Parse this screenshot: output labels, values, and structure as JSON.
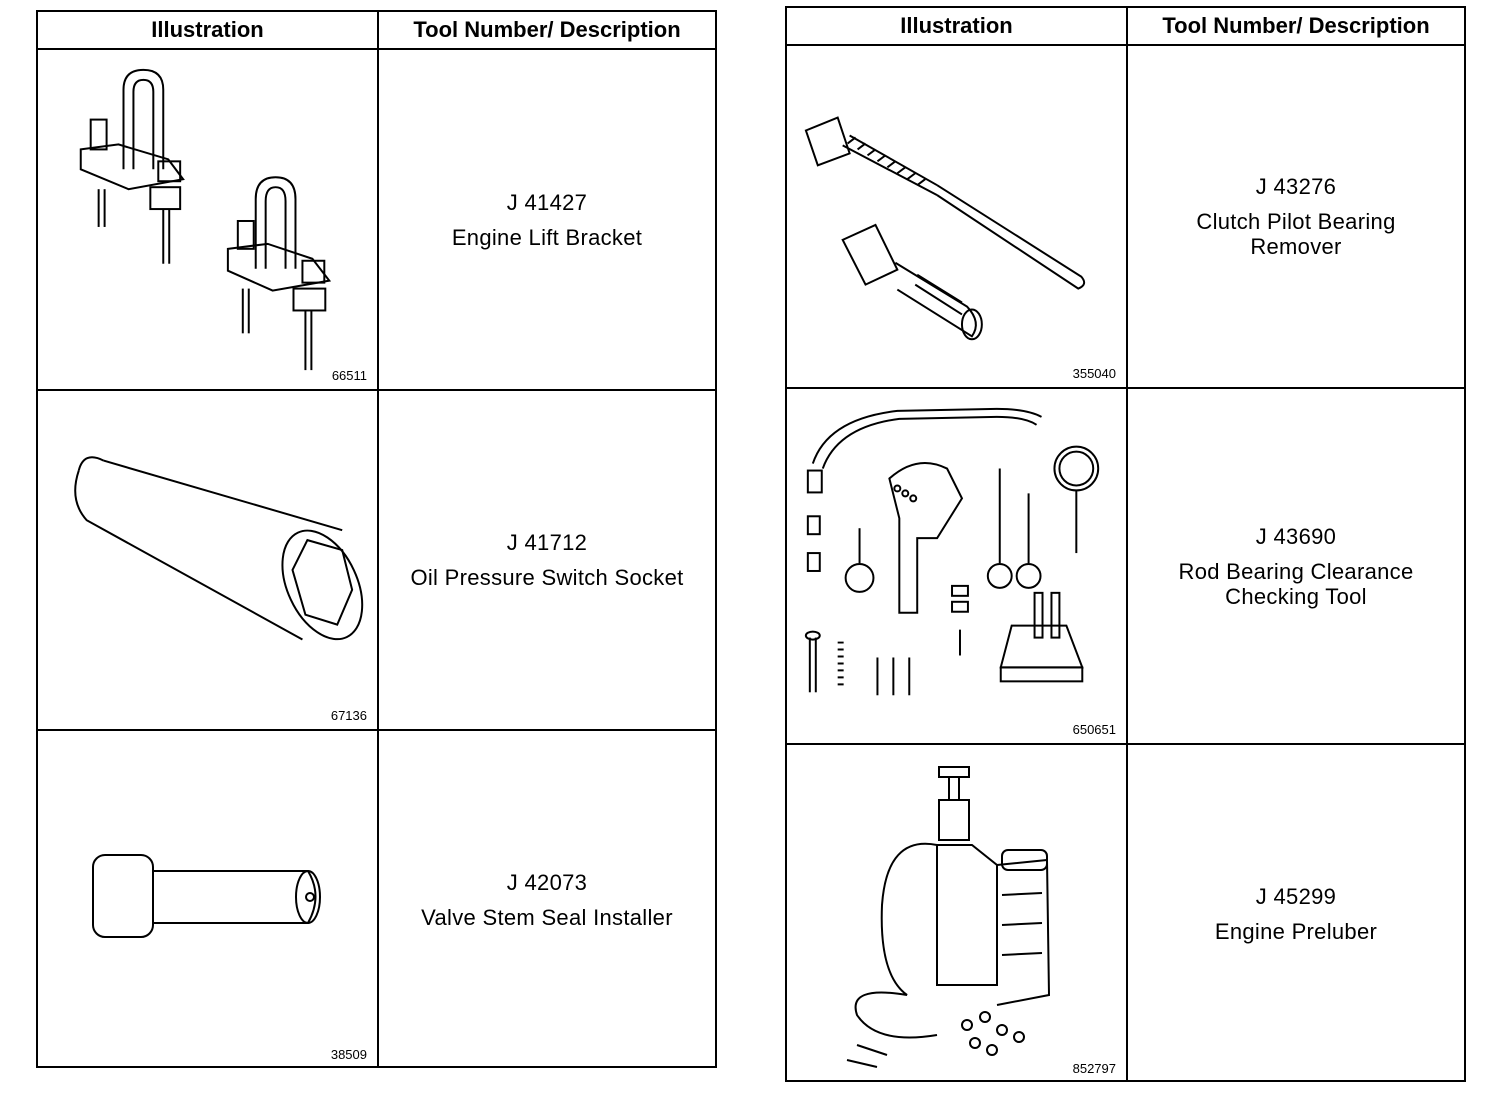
{
  "left_table": {
    "header": {
      "illustration": "Illustration",
      "description": "Tool Number/ Description"
    },
    "rows": [
      {
        "code": "66511",
        "number": "J 41427",
        "name": "Engine Lift Bracket",
        "icon": "engine-lift-bracket-illustration"
      },
      {
        "code": "67136",
        "number": "J 41712",
        "name": "Oil Pressure Switch Socket",
        "icon": "socket-illustration"
      },
      {
        "code": "38509",
        "number": "J 42073",
        "name": "Valve Stem Seal Installer",
        "icon": "seal-installer-illustration"
      }
    ]
  },
  "right_table": {
    "header": {
      "illustration": "Illustration",
      "description": "Tool Number/ Description"
    },
    "rows": [
      {
        "code": "355040",
        "number": "J 43276",
        "name": "Clutch Pilot Bearing Remover",
        "icon": "bearing-remover-illustration"
      },
      {
        "code": "650651",
        "number": "J 43690",
        "name": "Rod Bearing Clearance Checking Tool",
        "icon": "clearance-tool-kit-illustration"
      },
      {
        "code": "852797",
        "number": "J 45299",
        "name": "Engine Preluber",
        "icon": "preluber-illustration"
      }
    ]
  }
}
